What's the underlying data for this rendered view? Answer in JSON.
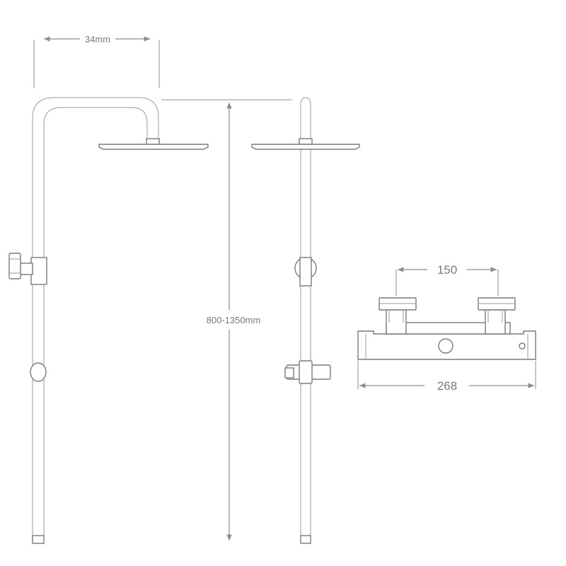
{
  "dimensions": {
    "head_width": "34mm",
    "height_range": "800-1350mm",
    "valve_centres": "150",
    "valve_length": "268"
  },
  "colors": {
    "line": "#7a7a7a",
    "background": "#ffffff"
  }
}
